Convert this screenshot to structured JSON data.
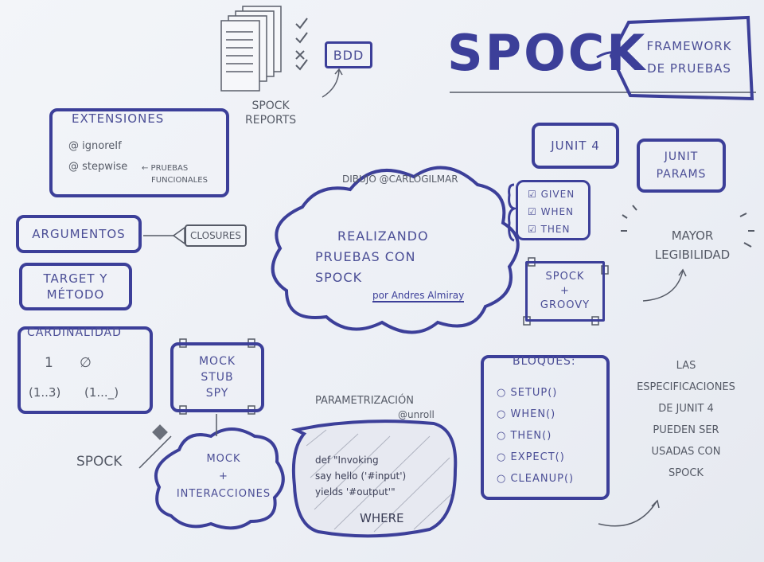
{
  "reports": {
    "label_line1": "SPOCK",
    "label_line2": "REPORTS",
    "bdd": "BDD"
  },
  "title": {
    "name": "SPOCK",
    "subtitle_line1": "FRAMEWORK",
    "subtitle_line2": "DE PRUEBAS"
  },
  "extensiones": {
    "title": "EXTENSIONES",
    "item1": "@ ignoreIf",
    "item2": "@ stepwise",
    "note_line1": "← PRUEBAS",
    "note_line2": "FUNCIONALES"
  },
  "argumentos": {
    "label": "ARGUMENTOS",
    "closures": "CLOSURES"
  },
  "target": {
    "line1": "TARGET Y",
    "line2": "MÉTODO"
  },
  "cardinalidad": {
    "title": "CARDINALIDAD",
    "v1": "1",
    "v2": "∅",
    "v3": "(1..3)",
    "v4": "(1..._)"
  },
  "mock_box": {
    "line1": "MOCK",
    "line2": "STUB",
    "line3": "SPY"
  },
  "spock_label": "SPOCK",
  "mock_cloud": {
    "line1": "MOCK",
    "line2": "+",
    "line3": "INTERACCIONES"
  },
  "credit": "DIBUJÓ @CARLOGILMAR",
  "center_cloud": {
    "line1": "REALIZANDO",
    "line2": "PRUEBAS CON",
    "line3": "SPOCK",
    "byline": "por Andres Almiray"
  },
  "junit4": "JUNIT 4",
  "junit_params": {
    "line1": "JUNIT",
    "line2": "PARAMS"
  },
  "gwt": {
    "given": "☑ GIVEN",
    "when": "☑ WHEN",
    "then": "☑ THEN"
  },
  "spock_groovy": {
    "line1": "SPOCK",
    "line2": "+",
    "line3": "GROOVY"
  },
  "legibilidad": {
    "line1": "MAYOR",
    "line2": "LEGIBILIDAD"
  },
  "parametrizacion": {
    "title": "PARAMETRIZACIÓN",
    "tag": "@unroll",
    "code1": "def \"Invoking",
    "code2": "say hello ('#input')",
    "code3": "yields '#output'\"",
    "where": "WHERE"
  },
  "bloques": {
    "title": "BLOQUES:",
    "items": [
      "○ SETUP()",
      "○ WHEN()",
      "○ THEN()",
      "○ EXPECT()",
      "○ CLEANUP()"
    ]
  },
  "junit_specs": {
    "line1": "LAS",
    "line2": "ESPECIFICACIONES",
    "line3": "DE JUNIT 4",
    "line4": "PUEDEN SER",
    "line5": "USADAS CON",
    "line6": "SPOCK"
  }
}
